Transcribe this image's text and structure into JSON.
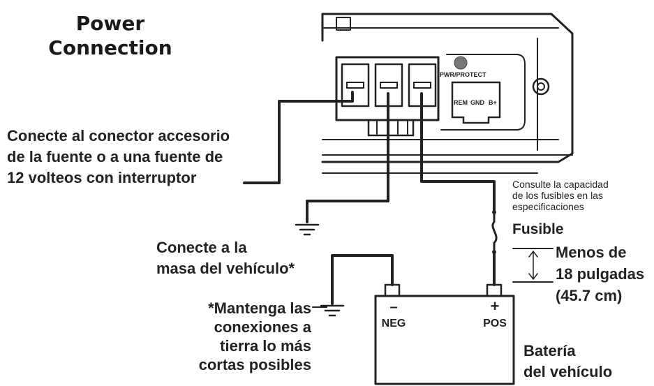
{
  "title": {
    "line1": "Power",
    "line2": "Connection"
  },
  "amp": {
    "pwr_protect": "PWR/PROTECT",
    "rem": "REM",
    "gnd": "GND",
    "bplus": "B+"
  },
  "labels": {
    "accessory": [
      "Conecte al conector accesorio",
      "de la fuente o a una fuente de",
      "12 volteos con interruptor"
    ],
    "chassis": [
      "Conecte a la",
      "masa del vehículo*"
    ],
    "keep_short": [
      "*Mantenga las",
      "conexiones a",
      "tierra lo más",
      "cortas posibles"
    ],
    "fuse_note": [
      "Consulte la capacidad",
      "de los fusibles en las",
      "especificaciones"
    ],
    "fuse": "Fusible",
    "distance": [
      "Menos de",
      "18 pulgadas",
      "(45.7 cm)"
    ],
    "battery": [
      "Batería",
      "del vehículo"
    ]
  },
  "battery_terminals": {
    "neg_symbol": "–",
    "neg": "NEG",
    "pos_symbol": "+",
    "pos": "POS"
  }
}
